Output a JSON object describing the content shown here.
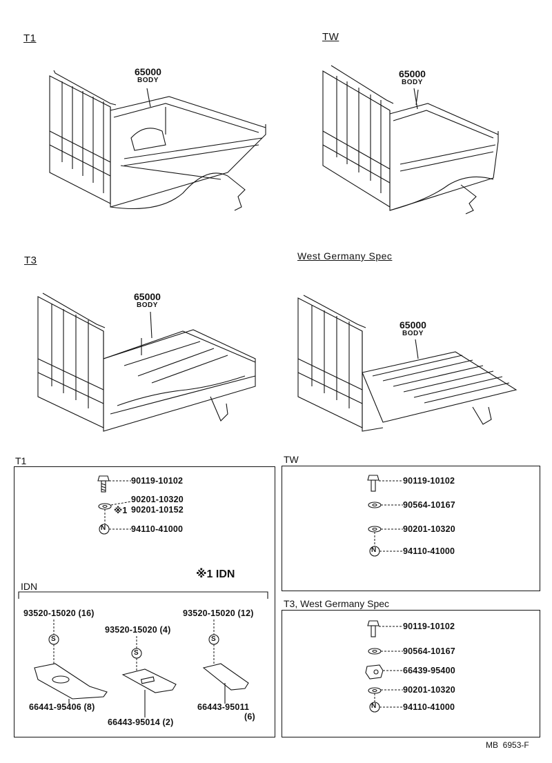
{
  "views": {
    "t1": {
      "label": "T1",
      "part": "65000",
      "sub": "BODY"
    },
    "tw": {
      "label": "TW",
      "part": "65000",
      "sub": "BODY"
    },
    "t3": {
      "label": "T3",
      "part": "65000",
      "sub": "BODY"
    },
    "wg": {
      "label": "West Germany Spec",
      "part": "65000",
      "sub": "BODY"
    }
  },
  "boxes": {
    "t1": {
      "label": "T1",
      "parts": [
        "90119-10102",
        "90201-10320",
        "90201-10152",
        "94110-41000"
      ],
      "note_mark": "※1",
      "note": "※1 IDN",
      "idn": {
        "label": "IDN",
        "items": [
          {
            "washer": "93520-15020 (16)",
            "plate": "66441-95406 (8)"
          },
          {
            "washer": "93520-15020 (4)",
            "plate": "66443-95014 (2)"
          },
          {
            "washer": "93520-15020 (12)",
            "plate": "66443-95011",
            "plate_qty": "(6)"
          }
        ]
      }
    },
    "tw": {
      "label": "TW",
      "parts": [
        "90119-10102",
        "90564-10167",
        "90201-10320",
        "94110-41000"
      ]
    },
    "t3": {
      "label": "T3, West Germany Spec",
      "parts": [
        "90119-10102",
        "90564-10167",
        "66439-95400",
        "90201-10320",
        "94110-41000"
      ]
    }
  },
  "symbols": {
    "nut": "N",
    "washer": "S"
  },
  "footer": "MB  6953-F"
}
